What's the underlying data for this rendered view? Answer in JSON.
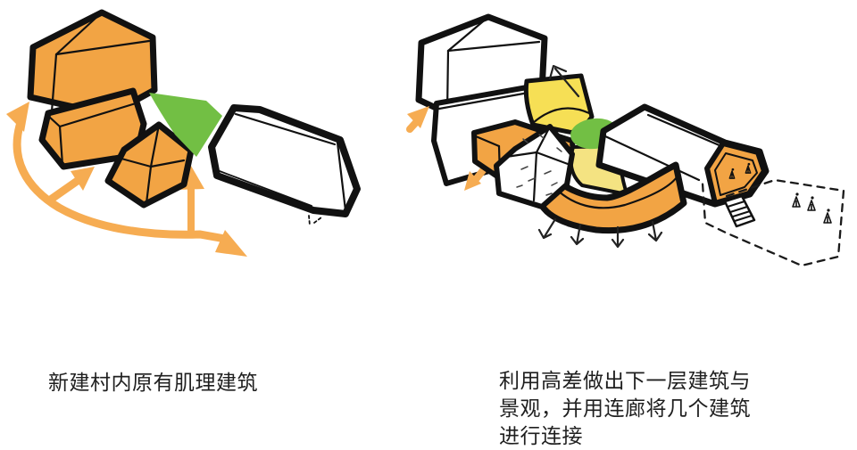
{
  "colors": {
    "building_orange": "#F2A444",
    "arrow_orange": "#F6AC52",
    "green": "#72BF44",
    "yellow": "#F6DF55",
    "yellow_pale": "#F4E382",
    "ink": "#111111",
    "text": "#1F1F1F",
    "background": "#FFFFFF"
  },
  "captions": {
    "left": "新建村内原有肌理建筑",
    "right_lines": [
      "利用高差做出下一层建筑与",
      "景观，并用连廊将几个建筑",
      "进行连接"
    ]
  }
}
